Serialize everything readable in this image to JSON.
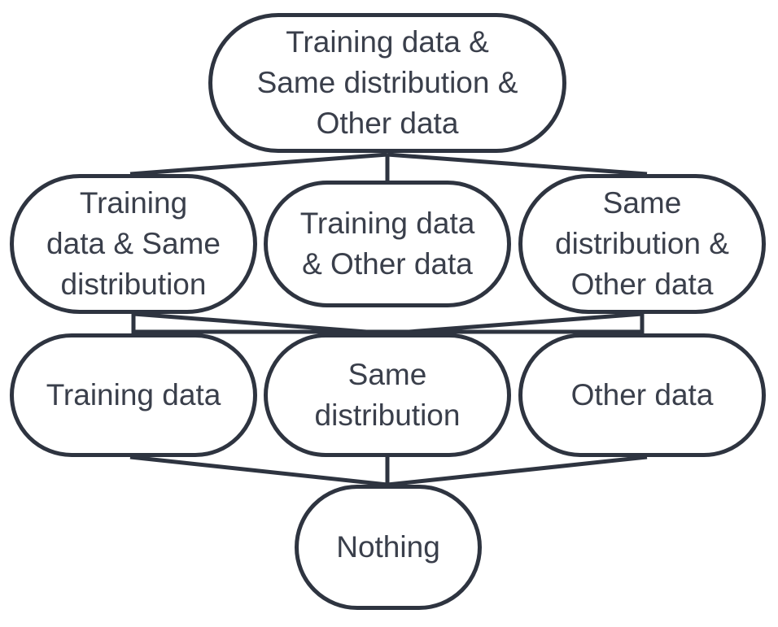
{
  "nodes": {
    "all": "Training data &\nSame distribution &\nOther data",
    "training_same": "Training\ndata & Same\ndistribution",
    "training_other": "Training data\n& Other data",
    "same_other": "Same\ndistribution &\nOther data",
    "training": "Training data",
    "same": "Same\ndistribution",
    "other": "Other data",
    "nothing": "Nothing"
  },
  "colors": {
    "stroke": "#2e3440",
    "text": "#3a3f4b",
    "background": "#ffffff"
  }
}
